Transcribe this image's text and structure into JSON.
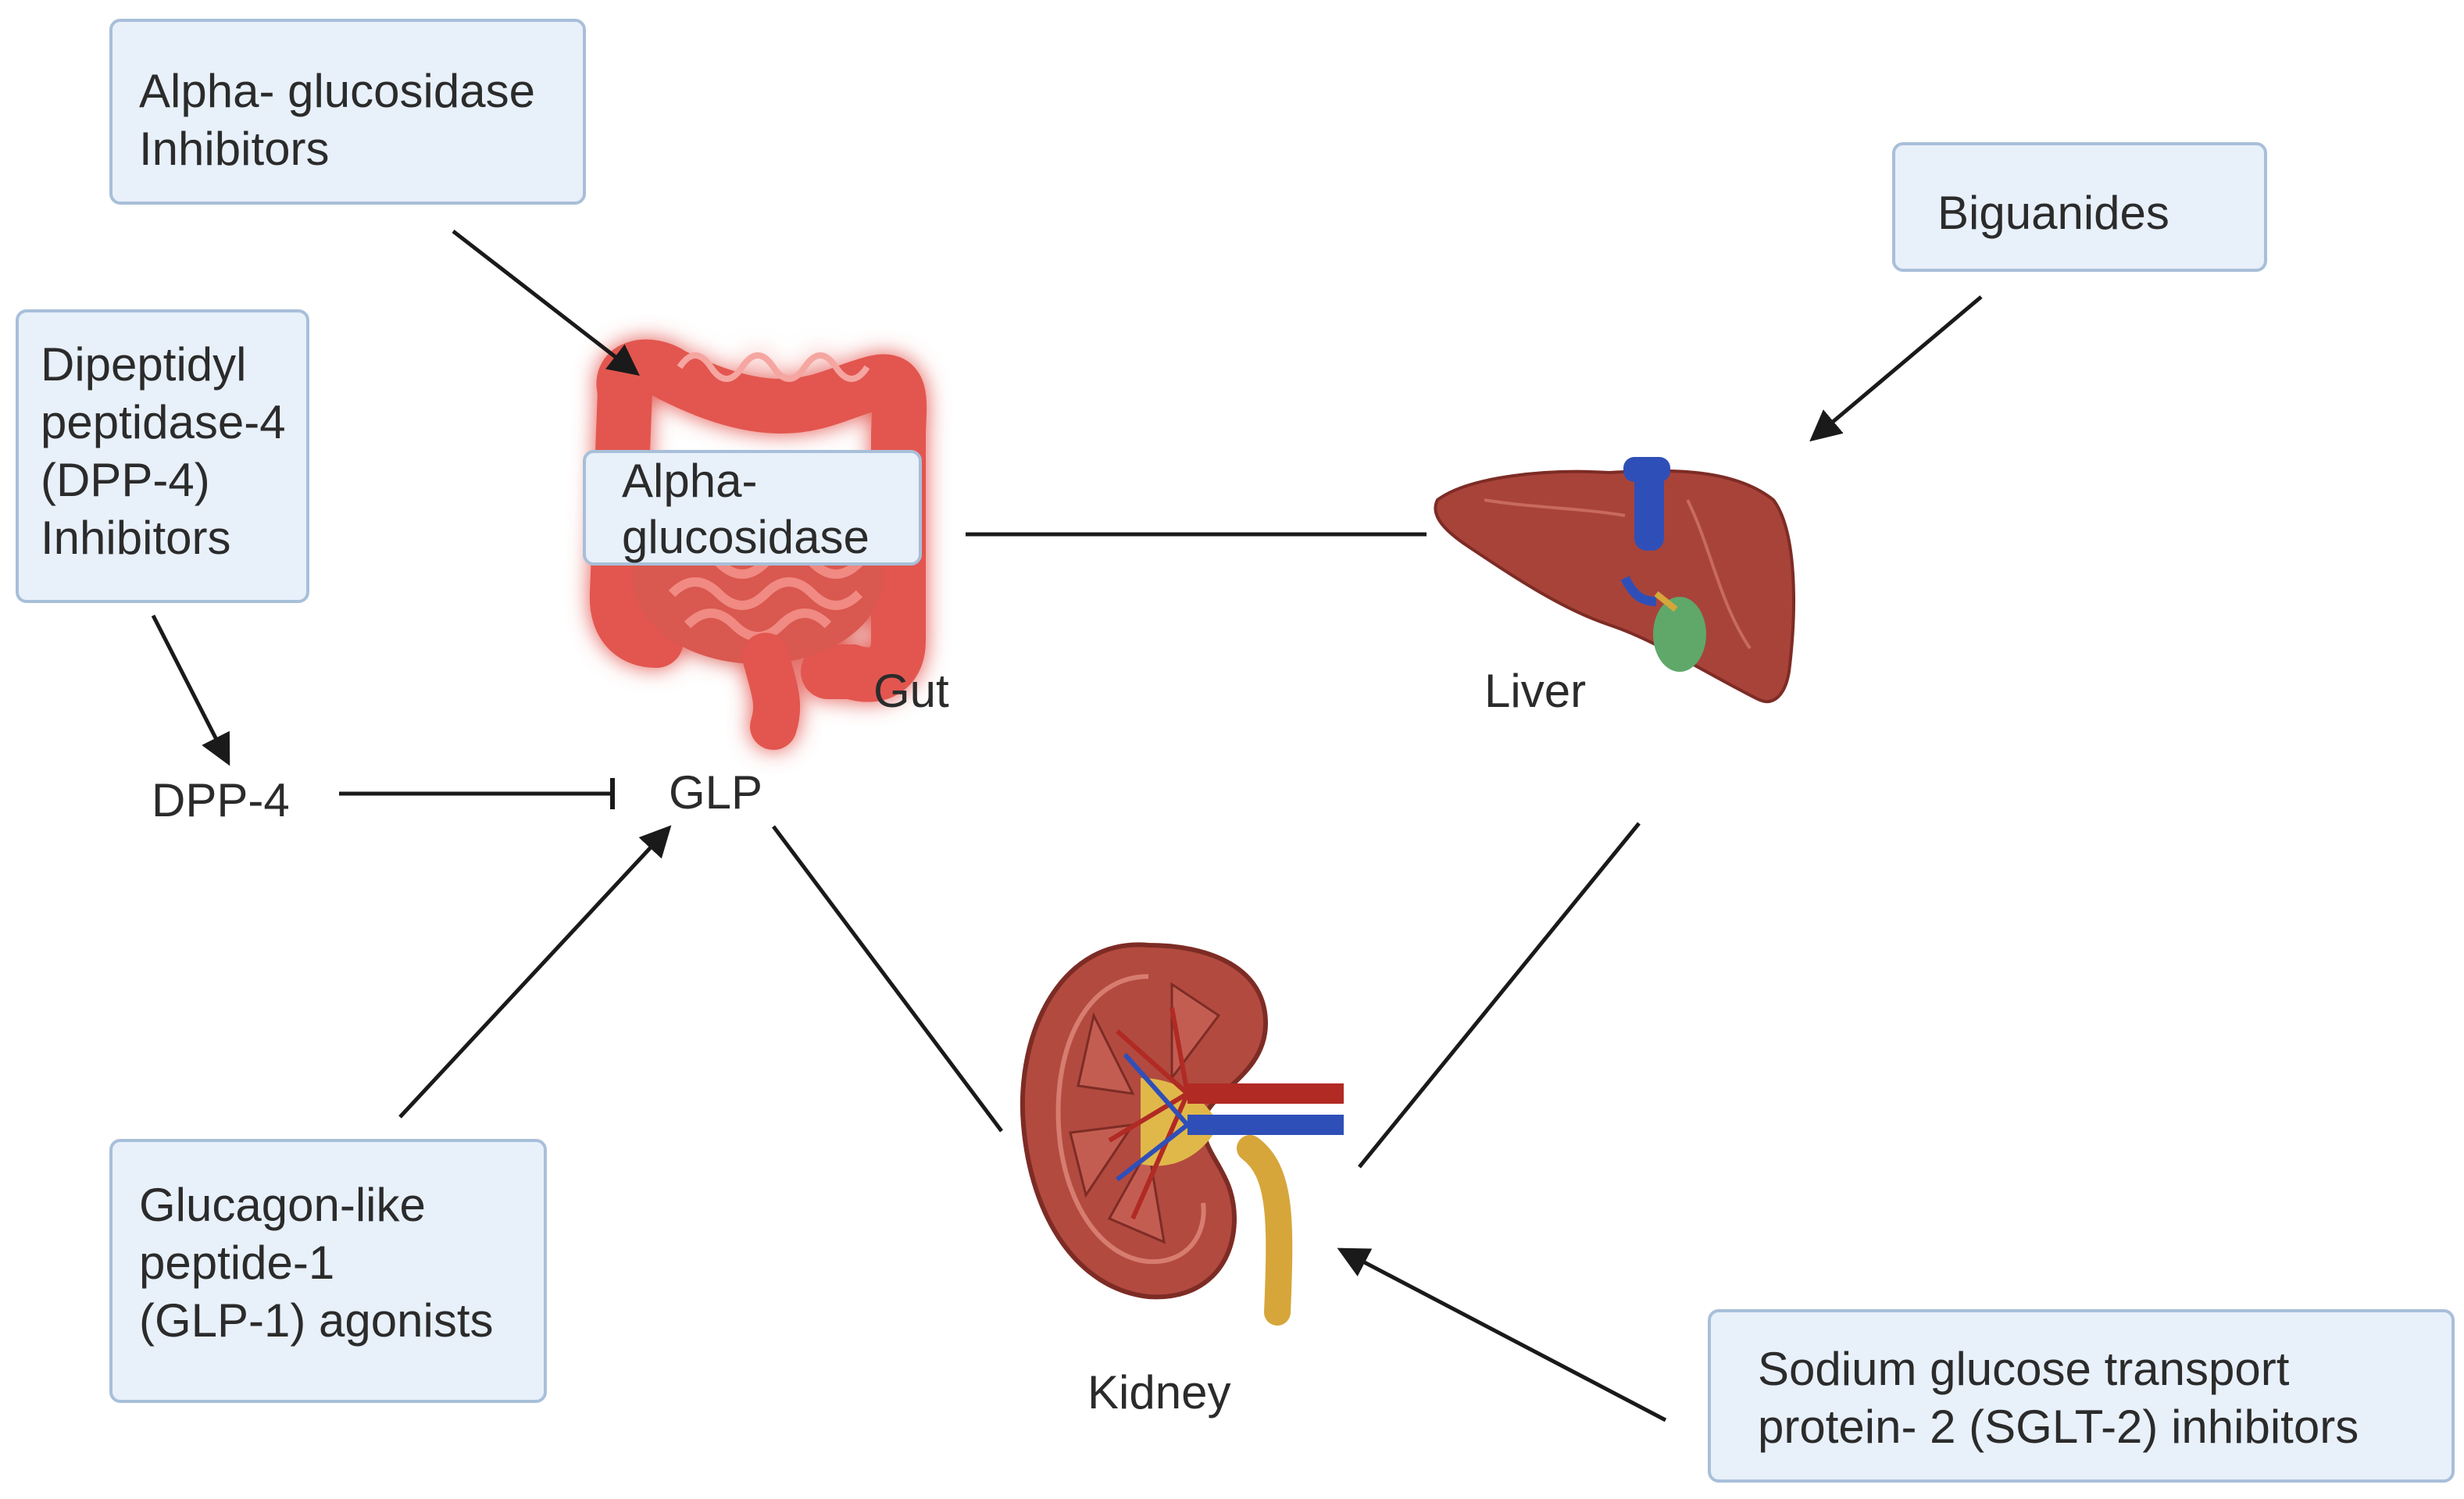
{
  "boxes": {
    "alpha_glucosidase_inhibitors": "Alpha- glucosidase\nInhibitors",
    "dpp4_inhibitors": "Dipeptidyl\npeptidase-4\n(DPP-4)\nInhibitors",
    "biguanides": "Biguanides",
    "alpha_glucosidase": "Alpha-\nglucosidase",
    "glp1_agonists": "Glucagon-like\npeptide-1\n(GLP-1) agonists",
    "sglt2_inhibitors": "Sodium glucose transport\nprotein- 2 (SGLT-2) inhibitors"
  },
  "labels": {
    "gut": "Gut",
    "liver": "Liver",
    "kidney": "Kidney",
    "dpp4": "DPP-4",
    "glp": "GLP"
  },
  "colors": {
    "box_fill": "#e8f0fa",
    "box_border": "#a8bfd9",
    "organ_red": "#a8433a",
    "vessel_blue": "#2f4fb8",
    "gallbladder_green": "#5fa86a",
    "ureter_gold": "#d6a63a",
    "gut_glow": "#ff5a5a"
  }
}
